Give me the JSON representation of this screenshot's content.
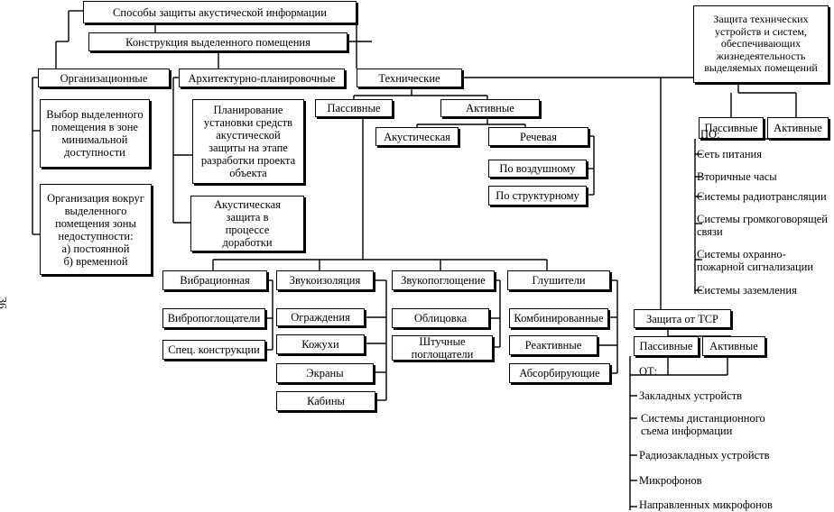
{
  "page_number": "36",
  "title": "Способы защиты акустической информации",
  "construction": "Конструкция выделенного помещения",
  "organizational": {
    "label": "Организационные",
    "items": [
      "Выбор выделенного\nпомещения в зоне\nминимальной\nдоступности",
      "Организация вокруг\nвыделенного\nпомещения зоны\nнедоступности:\nа) постоянной\nб) временной"
    ]
  },
  "architectural": {
    "label": "Архитектурно-планировочные",
    "items": [
      "Планирование\nустановки средств\nакустической\nзащиты на этапе\nразработки проекта\nобъекта",
      "Акустическая\nзащита в\nпроцессе\nдоработки"
    ]
  },
  "technical": {
    "label": "Технические",
    "passive": "Пассивные",
    "active": "Активные",
    "acoustic": "Акустическая",
    "speech": "Речевая",
    "speech_items": [
      "По воздушному",
      "По структурному"
    ]
  },
  "passive_groups": {
    "vibration": {
      "label": "Вибрационная",
      "items": [
        "Вибропоглощатели",
        "Спец. конструкции"
      ]
    },
    "soundproof": {
      "label": "Звукоизоляция",
      "items": [
        "Ограждения",
        "Кожухи",
        "Экраны",
        "Кабины"
      ]
    },
    "absorption": {
      "label": "Звукопоглощение",
      "items": [
        "Облицовка",
        "Штучные\nпоглощатели"
      ]
    },
    "mufflers": {
      "label": "Глушители",
      "items": [
        "Комбинированные",
        "Реактивные",
        "Абсорбирующие"
      ]
    }
  },
  "life_support": {
    "label": "Защита технических\nустройств и систем,\nобеспечивающих\nжизнедеятельность\nвыделяемых помещений",
    "passive": "Пассивные",
    "active": "Активные",
    "from": "ПО:",
    "items": [
      "Сеть питания",
      "Вторичные часы",
      "Системы радиотрансляции",
      "Системы громкоговорящей\nсвязи",
      "Системы охранно-\nпожарной сигнализации",
      "Системы заземления"
    ]
  },
  "tsr": {
    "label": "Защита от ТСР",
    "passive": "Пассивные",
    "active": "Активные",
    "from": "ОТ:",
    "items": [
      "Закладных устройств",
      "Системы дистанционного\nсъема информации",
      "Радиозакладных устройств",
      "Микрофонов",
      "Направленных микрофонов"
    ]
  }
}
